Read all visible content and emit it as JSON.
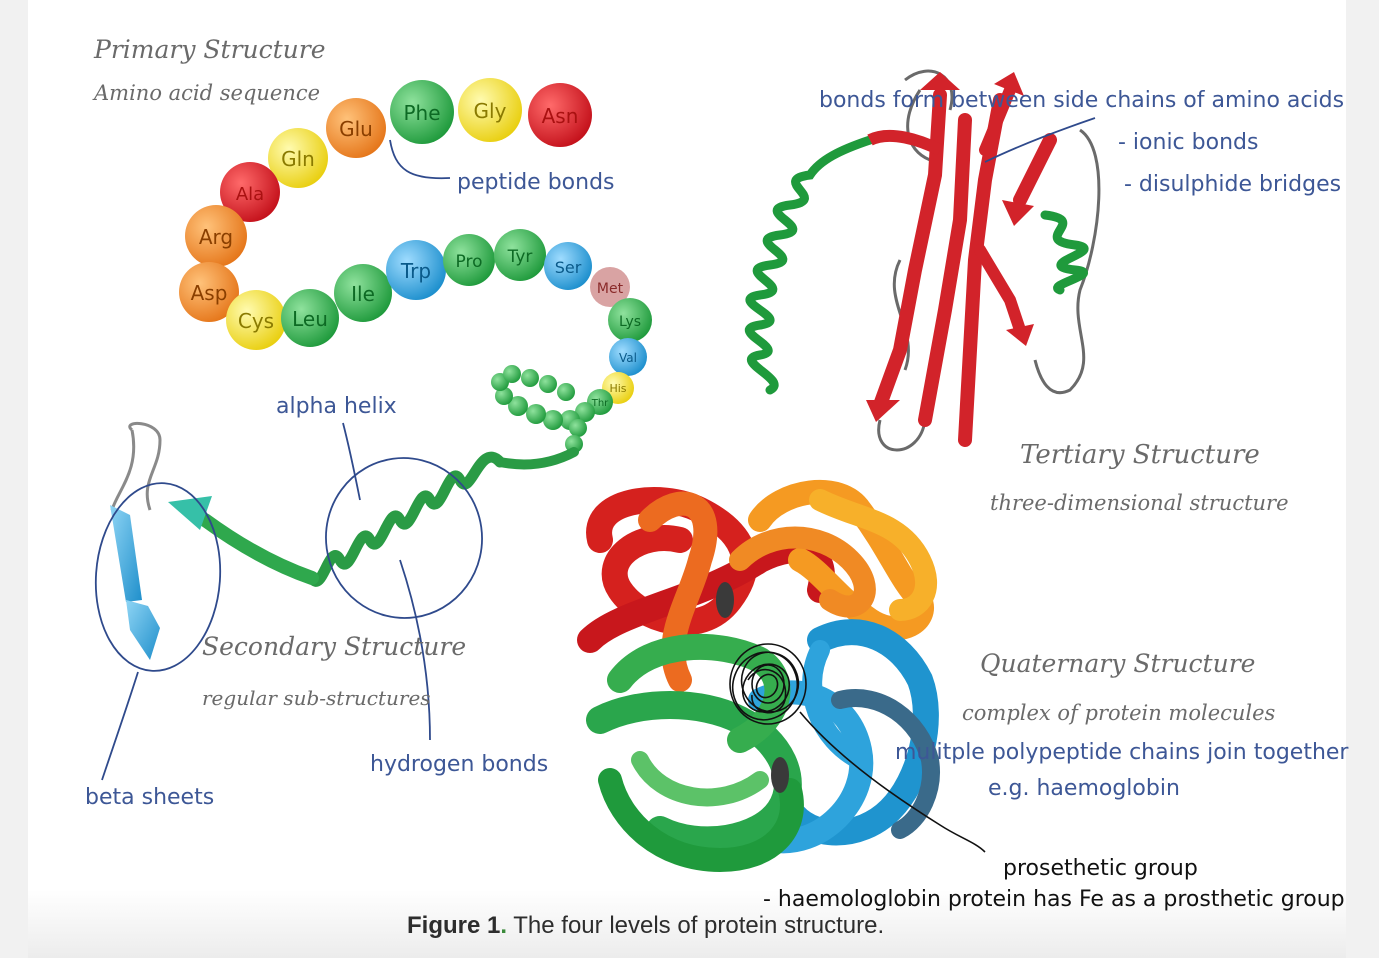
{
  "labels": {
    "primary_title": "Primary Structure",
    "primary_sub": "Amino acid sequence",
    "peptide_bonds": "peptide bonds",
    "tertiary_annotation": "bonds form between side chains of amino acids",
    "ionic_bonds": "- ionic bonds",
    "disulphide_bridges": "- disulphide bridges",
    "tertiary_title": "Tertiary Structure",
    "tertiary_sub": "three-dimensional structure",
    "alpha_helix": "alpha helix",
    "secondary_title": "Secondary Structure",
    "secondary_sub": "regular sub-structures",
    "hydrogen_bonds": "hydrogen bonds",
    "beta_sheets": "beta sheets",
    "quaternary_title": "Quaternary Structure",
    "quaternary_sub": "complex of protein molecules",
    "quaternary_annotation": "mulitple polypeptide chains join together",
    "quaternary_example": "e.g. haemoglobin",
    "prosthetic_group": "prosethetic group",
    "prosthetic_note": "- haemologlobin protein has Fe as a prosthetic group"
  },
  "caption": {
    "figure": "Figure 1",
    "dot": ".",
    "text": " The four levels of protein structure."
  },
  "amino_acids": [
    "Asn",
    "Gly",
    "Phe",
    "Glu",
    "Gln",
    "Ala",
    "Arg",
    "Asp",
    "Cys",
    "Leu",
    "Ile",
    "Trp",
    "Pro",
    "Tyr",
    "Ser",
    "Met",
    "Lys",
    "Val",
    "His",
    "Thr"
  ],
  "colors": {
    "annotation_ink": "#3d5796",
    "red": "#d7262c",
    "orange": "#f08a24",
    "yellow": "#f5e21d",
    "green": "#36ad4e",
    "blue": "#2ea3dc",
    "tertiary_ribbon": "#d2232a"
  }
}
